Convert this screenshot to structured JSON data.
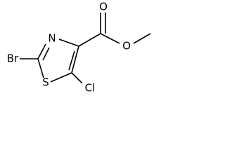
{
  "molecule": {
    "atoms": {
      "bromine": "Br",
      "ring_nitrogen": "N",
      "ring_sulfur": "S",
      "chlorine": "Cl",
      "carbonyl_oxygen": "O",
      "ester_oxygen": "O"
    }
  }
}
